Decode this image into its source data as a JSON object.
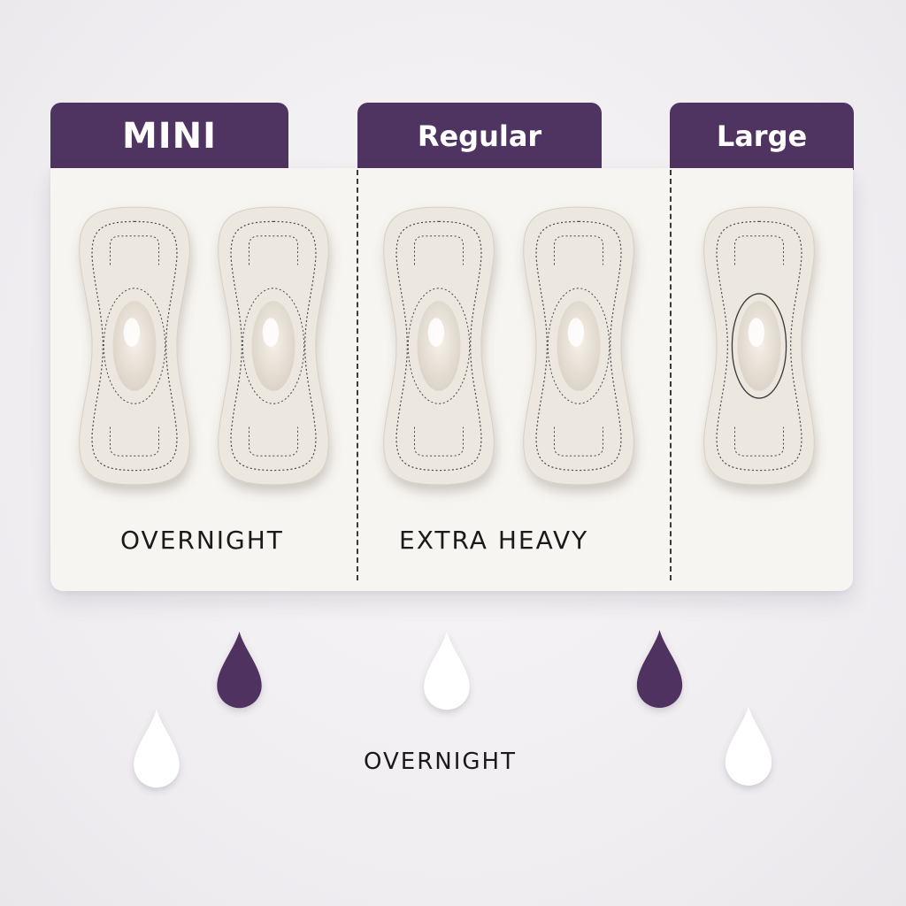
{
  "tabs": {
    "mini": "MINI",
    "regular": "Regular",
    "large": "Large"
  },
  "labels": {
    "mini_section": "OVERNIGHT",
    "regular_section": "EXTRA HEAVY",
    "bottom": "OVERNIGHT"
  },
  "colors": {
    "tab_purple": "#4f3360",
    "panel": "#f7f5f1",
    "pad": "#ece8df",
    "drop_purple": "#4f3360",
    "drop_white": "#ffffff"
  },
  "pads": [
    {
      "section": "MINI",
      "style": "pad"
    },
    {
      "section": "MINI",
      "style": "pad"
    },
    {
      "section": "Regular",
      "style": "pad"
    },
    {
      "section": "Regular",
      "style": "pad"
    },
    {
      "section": "Large",
      "style": "pad"
    }
  ],
  "drops": [
    {
      "color": "purple-drop"
    },
    {
      "color": "white-drop"
    },
    {
      "color": "white-drop"
    },
    {
      "color": "purple-drop"
    },
    {
      "color": "white-drop"
    }
  ]
}
